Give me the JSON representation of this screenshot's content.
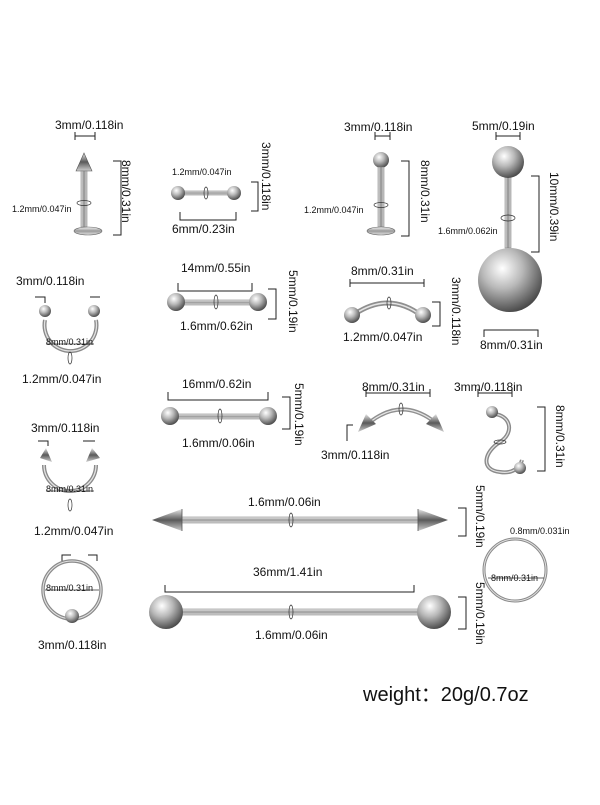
{
  "items": [
    {
      "name": "labret-spike",
      "labels": {
        "top": "3mm/0.118in",
        "side": "8mm/0.31in",
        "gauge": "1.2mm/0.047in"
      }
    },
    {
      "name": "small-barbell",
      "labels": {
        "gauge": "1.2mm/0.047in",
        "length": "6mm/0.23in",
        "side": "3mm/0.118in"
      }
    },
    {
      "name": "labret-ball",
      "labels": {
        "top": "3mm/0.118in",
        "side": "8mm/0.31in",
        "gauge": "1.2mm/0.047in"
      }
    },
    {
      "name": "belly-ring",
      "labels": {
        "top": "5mm/0.19in",
        "side": "10mm/0.39in",
        "gauge": "1.6mm/0.062in",
        "bottom": "8mm/0.31in"
      }
    },
    {
      "name": "horseshoe-ball",
      "labels": {
        "top": "3mm/0.118in",
        "inner": "8mm/0.31in",
        "gauge": "1.2mm/0.047in"
      }
    },
    {
      "name": "barbell-14",
      "labels": {
        "length": "14mm/0.55in",
        "gauge": "1.6mm/0.62in",
        "side": "5mm/0.19in"
      }
    },
    {
      "name": "curved-barbell",
      "labels": {
        "length": "8mm/0.31in",
        "gauge": "1.2mm/0.047in",
        "side": "3mm/0.118in"
      }
    },
    {
      "name": "barbell-16",
      "labels": {
        "length": "16mm/0.62in",
        "gauge": "1.6mm/0.06in",
        "side": "5mm/0.19in"
      }
    },
    {
      "name": "curved-spike",
      "labels": {
        "length": "8mm/0.31in",
        "ball": "3mm/0.118in"
      }
    },
    {
      "name": "spiral",
      "labels": {
        "top": "3mm/0.118in",
        "side": "8mm/0.31in"
      }
    },
    {
      "name": "horseshoe-spike",
      "labels": {
        "top": "3mm/0.118in",
        "inner": "8mm/0.31in",
        "gauge": "1.2mm/0.047in"
      }
    },
    {
      "name": "industrial-spike",
      "labels": {
        "gauge": "1.6mm/0.06in",
        "side": "5mm/0.19in"
      }
    },
    {
      "name": "hoop-ring",
      "labels": {
        "gauge": "0.8mm/0.031in",
        "inner": "8mm/0.31in"
      }
    },
    {
      "name": "captive-ring",
      "labels": {
        "inner": "8mm/0.31in",
        "ball": "3mm/0.118in"
      }
    },
    {
      "name": "industrial-ball",
      "labels": {
        "length": "36mm/1.41in",
        "gauge": "1.6mm/0.06in",
        "side": "5mm/0.19in"
      }
    }
  ],
  "footer": {
    "weight": "weight：20g/0.7oz"
  }
}
